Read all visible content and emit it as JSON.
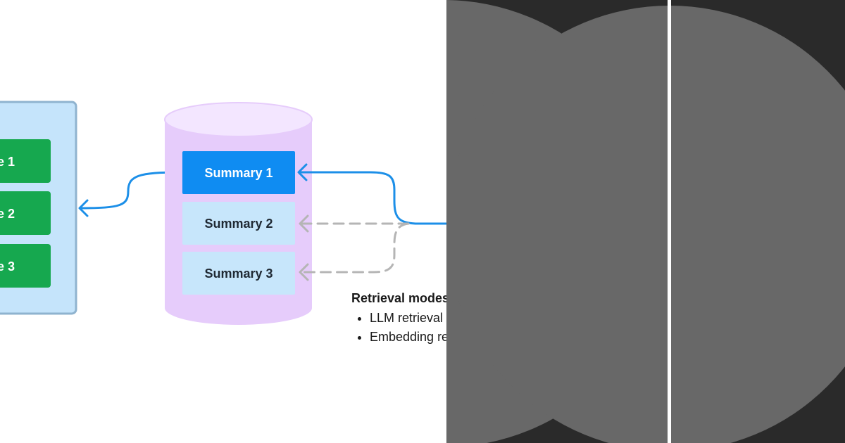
{
  "nodes": {
    "left_items": [
      "e 1",
      "e 2",
      "e 3"
    ],
    "summaries": [
      "Summary 1",
      "Summary 2",
      "Summary 3"
    ]
  },
  "retrieval": {
    "title": "Retrieval modes",
    "items": [
      "LLM retrieval",
      "Embedding retrieval"
    ]
  },
  "colors": {
    "left_container_fill": "#c5e4fb",
    "left_container_stroke": "#8fb3cf",
    "green_node": "#16a84f",
    "database_fill": "#e6ccfb",
    "database_top": "#f3e6ff",
    "active_summary": "#0f8cf2",
    "inactive_summary": "#c7e6fb",
    "active_arrow": "#1c8fe8",
    "inactive_arrow": "#b5b5b5",
    "overlay_dark": "#2a2a2a",
    "overlay_disc": "#686868",
    "overlay_divider": "#ffffff"
  }
}
